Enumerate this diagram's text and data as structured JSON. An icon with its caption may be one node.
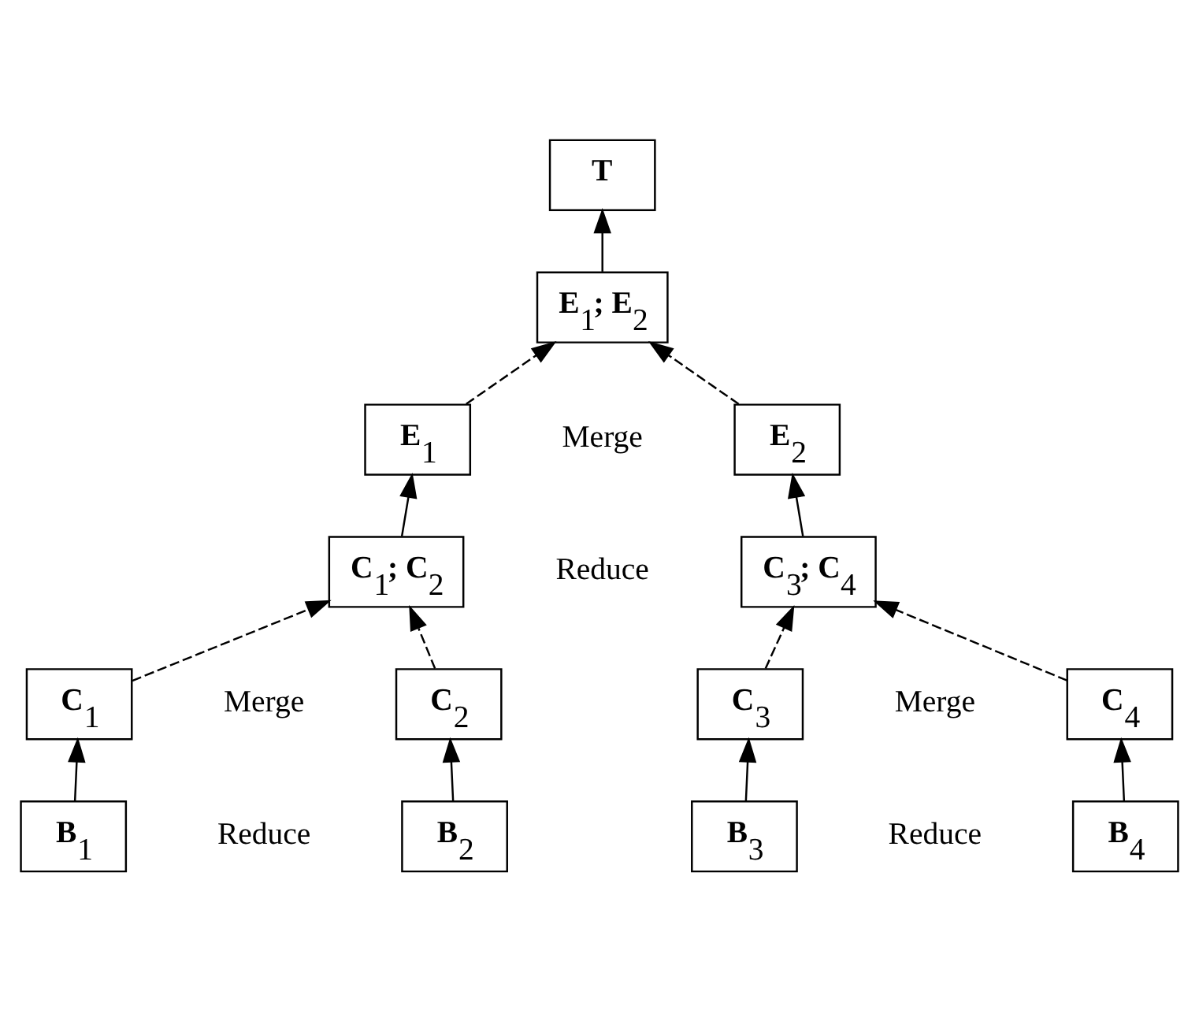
{
  "diagram": {
    "nodes": [
      {
        "text": [
          "T"
        ]
      },
      {
        "text": [
          "E$_{1}$; E$_{2}$"
        ]
      },
      {
        "text": [
          "E$_{1}$"
        ]
      },
      {
        "text": [
          "E$_{2}$"
        ]
      },
      {
        "text": [
          "C$_{1}$; C$_{2}$"
        ]
      },
      {
        "text": [
          "C$_{3}$; C$_{4}$"
        ]
      },
      {
        "text": [
          "C$_{1}$"
        ]
      },
      {
        "text": [
          "C$_{2}$"
        ]
      },
      {
        "text": [
          "C$_{3}$"
        ]
      },
      {
        "text": [
          "C$_{4}$"
        ]
      },
      {
        "text": [
          "B$_{1}$"
        ]
      },
      {
        "text": [
          "B$_{2}$"
        ]
      },
      {
        "text": [
          "B$_{3}$"
        ]
      },
      {
        "text": [
          "B$_{4}$"
        ]
      }
    ],
    "edges": [
      {
        "from": 1,
        "to": 0,
        "arrow": "to"
      },
      {
        "from": 2,
        "to": 1,
        "arrow": "to",
        "style": "dashed"
      },
      {
        "from": 3,
        "to": 1,
        "arrow": "to",
        "style": "dashed"
      },
      {
        "from": 4,
        "to": 2,
        "arrow": "to"
      },
      {
        "from": 5,
        "to": 3,
        "arrow": "to"
      },
      {
        "from": 6,
        "to": 4,
        "arrow": "to",
        "style": "dashed"
      },
      {
        "from": 7,
        "to": 4,
        "arrow": "to",
        "style": "dashed"
      },
      {
        "from": 8,
        "to": 5,
        "arrow": "to",
        "style": "dashed"
      },
      {
        "from": 9,
        "to": 5,
        "arrow": "to",
        "style": "dashed"
      },
      {
        "from": 10,
        "to": 6,
        "arrow": "to"
      },
      {
        "from": 11,
        "to": 7,
        "arrow": "to"
      },
      {
        "from": 12,
        "to": 8,
        "arrow": "to"
      },
      {
        "from": 13,
        "to": 9,
        "arrow": "to"
      }
    ],
    "labels": [
      "Merge",
      "Reduce",
      "Merge",
      "Merge",
      "Reduce",
      "Reduce"
    ]
  }
}
